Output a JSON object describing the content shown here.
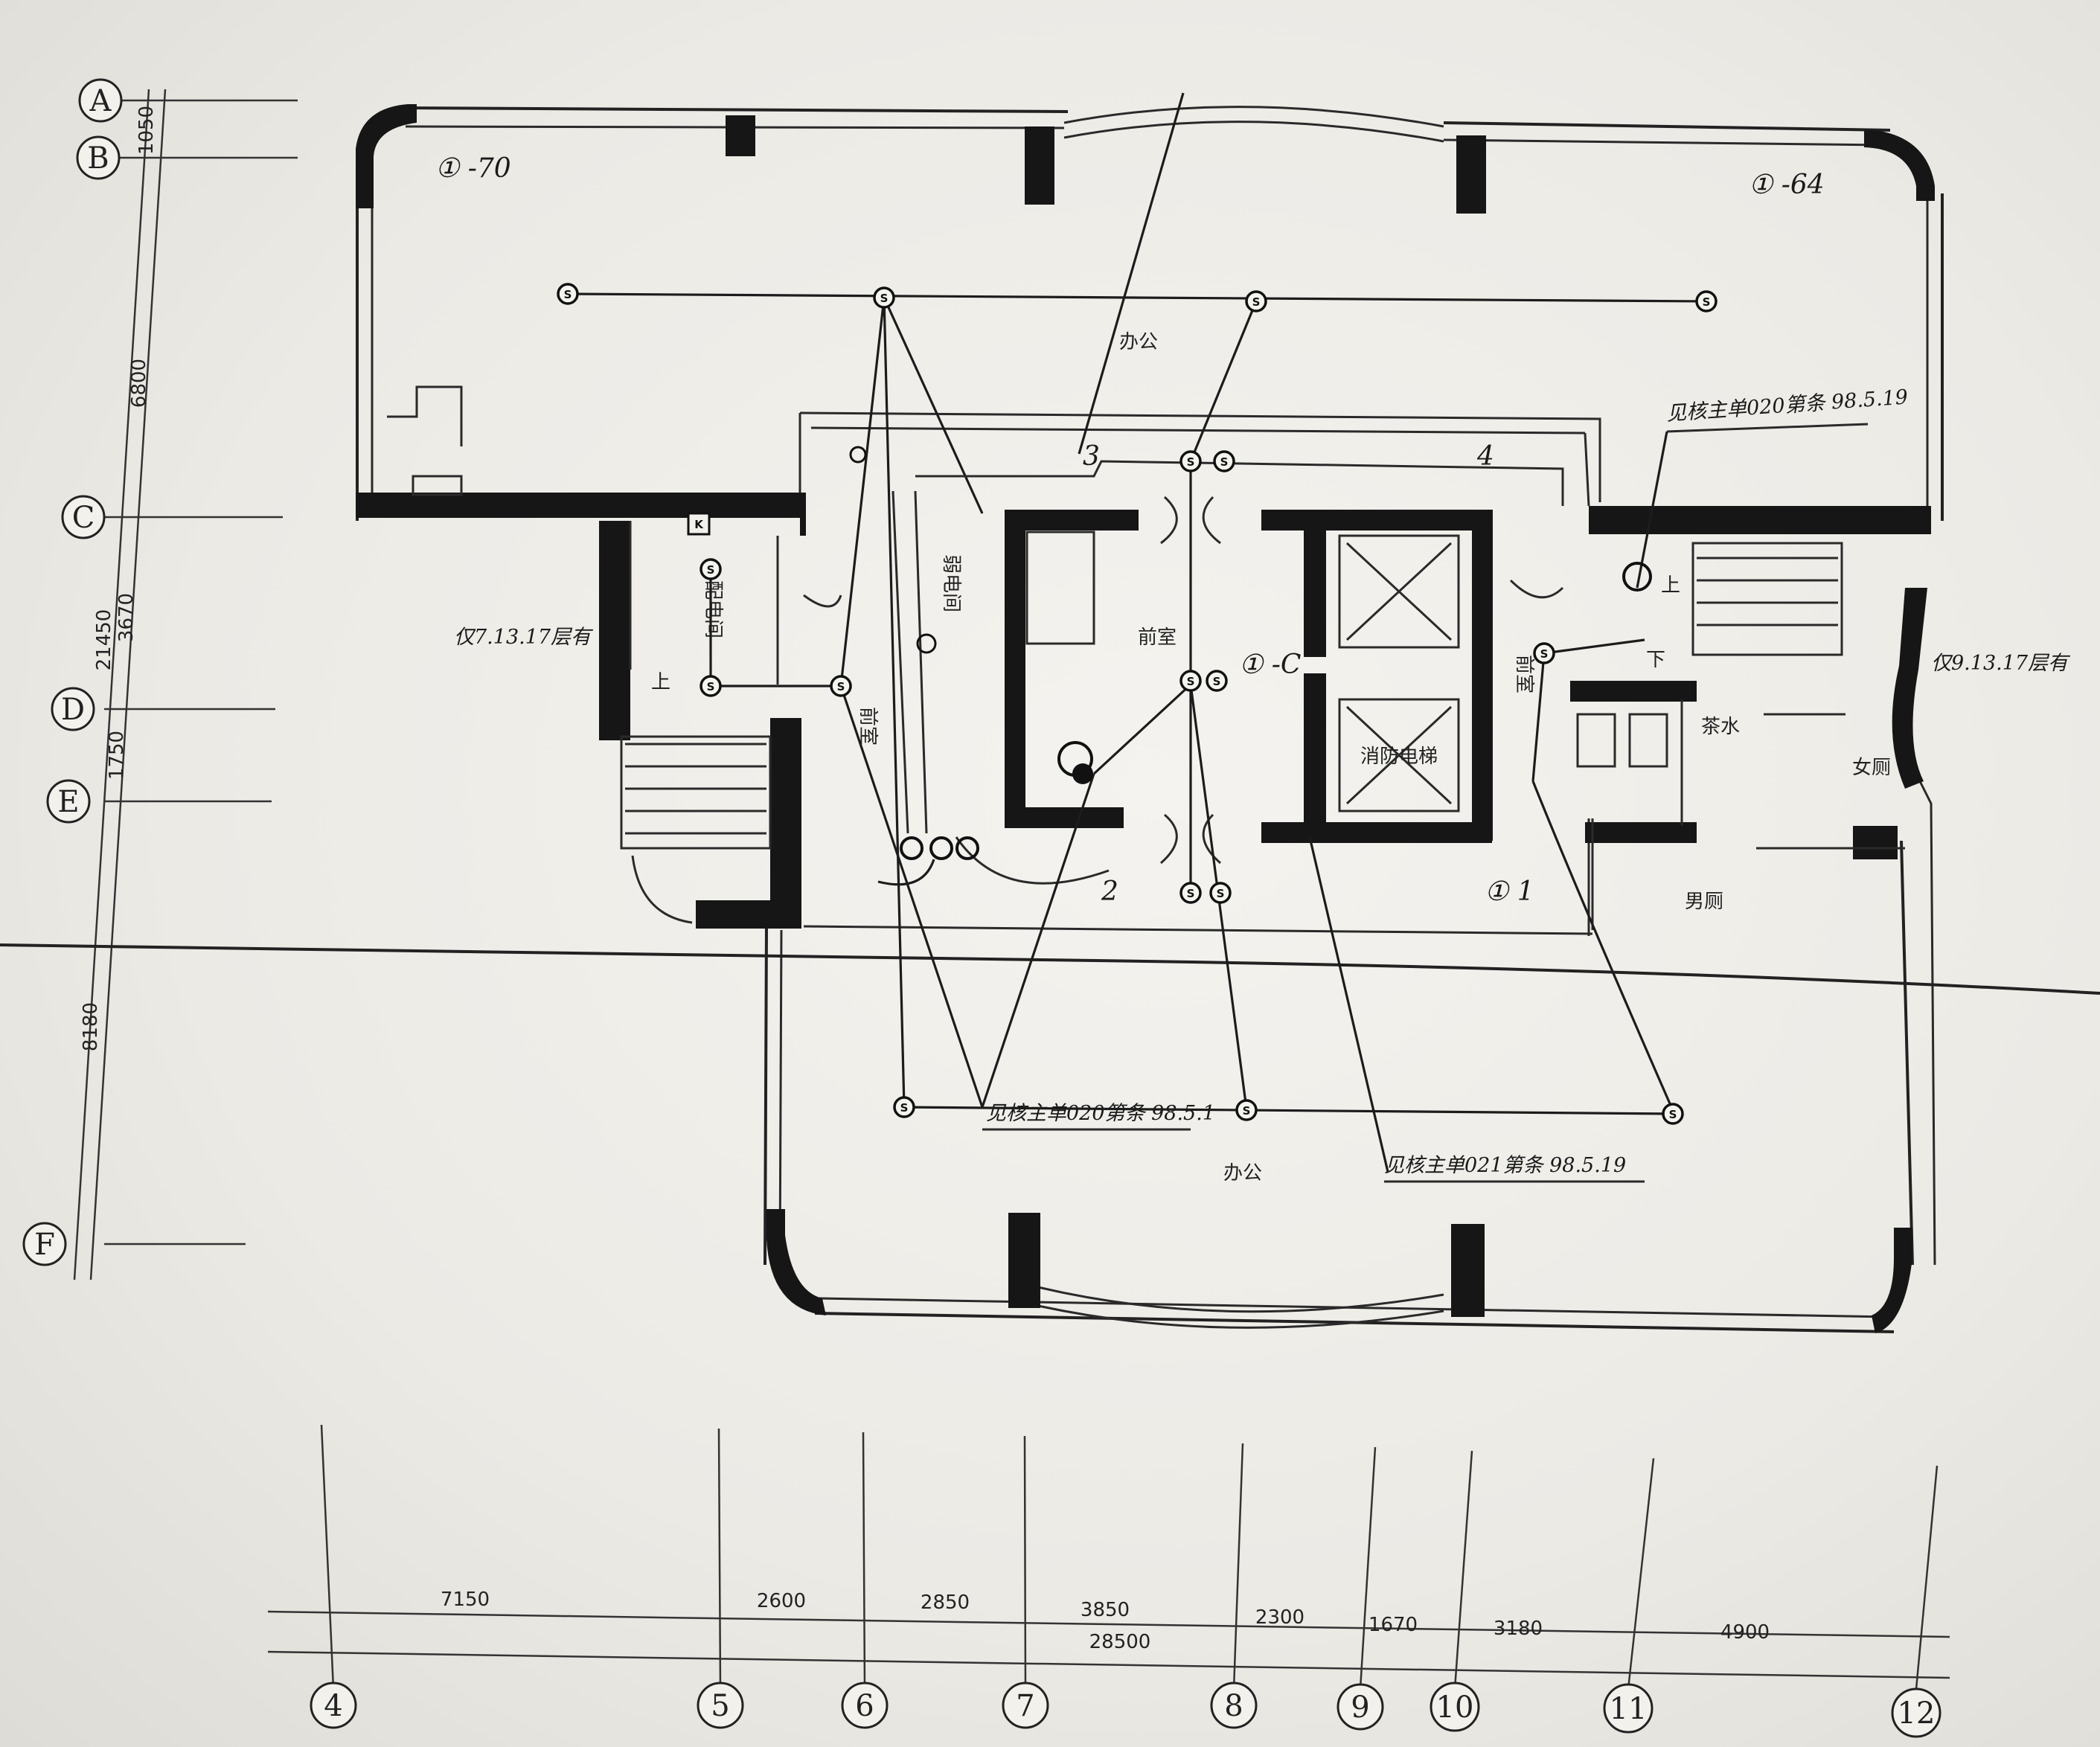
{
  "grid_rows": [
    {
      "label": "A"
    },
    {
      "label": "B"
    },
    {
      "label": "C"
    },
    {
      "label": "D"
    },
    {
      "label": "E"
    },
    {
      "label": "F"
    }
  ],
  "grid_cols": [
    {
      "label": "4"
    },
    {
      "label": "5"
    },
    {
      "label": "6"
    },
    {
      "label": "7"
    },
    {
      "label": "8"
    },
    {
      "label": "9"
    },
    {
      "label": "10"
    },
    {
      "label": "11"
    },
    {
      "label": "12"
    }
  ],
  "dims_vertical": {
    "ab": "1050",
    "bc": "6800",
    "total": "21450",
    "cd": "3670",
    "de": "1750",
    "ef": "8180"
  },
  "dims_horizontal": {
    "d45": "7150",
    "d56": "2600",
    "d67": "2850",
    "d78": "3850",
    "d89": "2300",
    "d910": "1670",
    "d1011": "3180",
    "d1112": "4900",
    "total": "28500"
  },
  "rooms": {
    "office_top": "办公",
    "office_bottom": "办公",
    "distribution": "配电间",
    "weak_current": "弱电间",
    "lobby_center": "前室",
    "lobby_left": "前室",
    "lobby_right": "前室",
    "fire_elevator": "消防电梯",
    "tea": "茶水",
    "women": "女厕",
    "men": "男厕",
    "stair_up_left": "上",
    "stair_up_right": "上",
    "stair_down_right": "下"
  },
  "notes": {
    "left_floor_note": "仅7.13.17层有",
    "right_floor_note": "仅9.13.17层有",
    "check_top_right": "见核主单020第条 98.5.19",
    "check_bottom_mid": "见核主单020第条 98.5.1",
    "check_bottom_right": "见核主单021第条 98.5.19"
  },
  "handwritten": {
    "top_left": "① -70",
    "top_right": "① -64",
    "center": "① -C",
    "lower_right": "① 1",
    "n2": "2",
    "n3": "3",
    "n4": "4"
  },
  "symbols": {
    "detector": "S",
    "k_box": "K"
  }
}
